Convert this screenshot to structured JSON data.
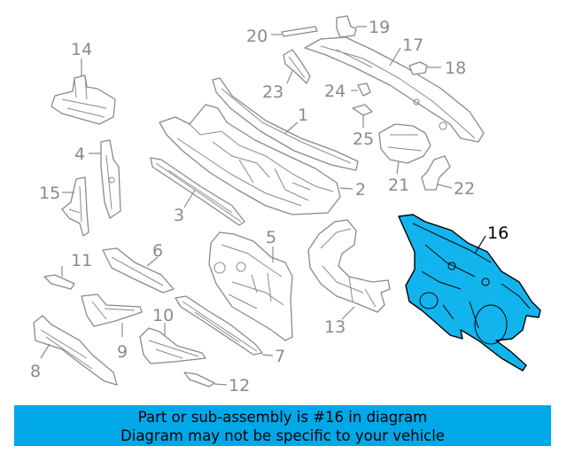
{
  "callouts": {
    "c1": "1",
    "c2": "2",
    "c3": "3",
    "c4": "4",
    "c5": "5",
    "c6": "6",
    "c7": "7",
    "c8": "8",
    "c9": "9",
    "c10": "10",
    "c11": "11",
    "c12": "12",
    "c13": "13",
    "c14": "14",
    "c15": "15",
    "c16": "16",
    "c17": "17",
    "c18": "18",
    "c19": "19",
    "c20": "20",
    "c21": "21",
    "c22": "22",
    "c23": "23",
    "c24": "24",
    "c25": "25"
  },
  "highlight": {
    "part": "16",
    "fill": "#12b4ee"
  },
  "banner": {
    "line1": "Part or sub-assembly is #16 in diagram",
    "line2": "Diagram may not be specific to your vehicle",
    "color": "#00a8e8"
  }
}
